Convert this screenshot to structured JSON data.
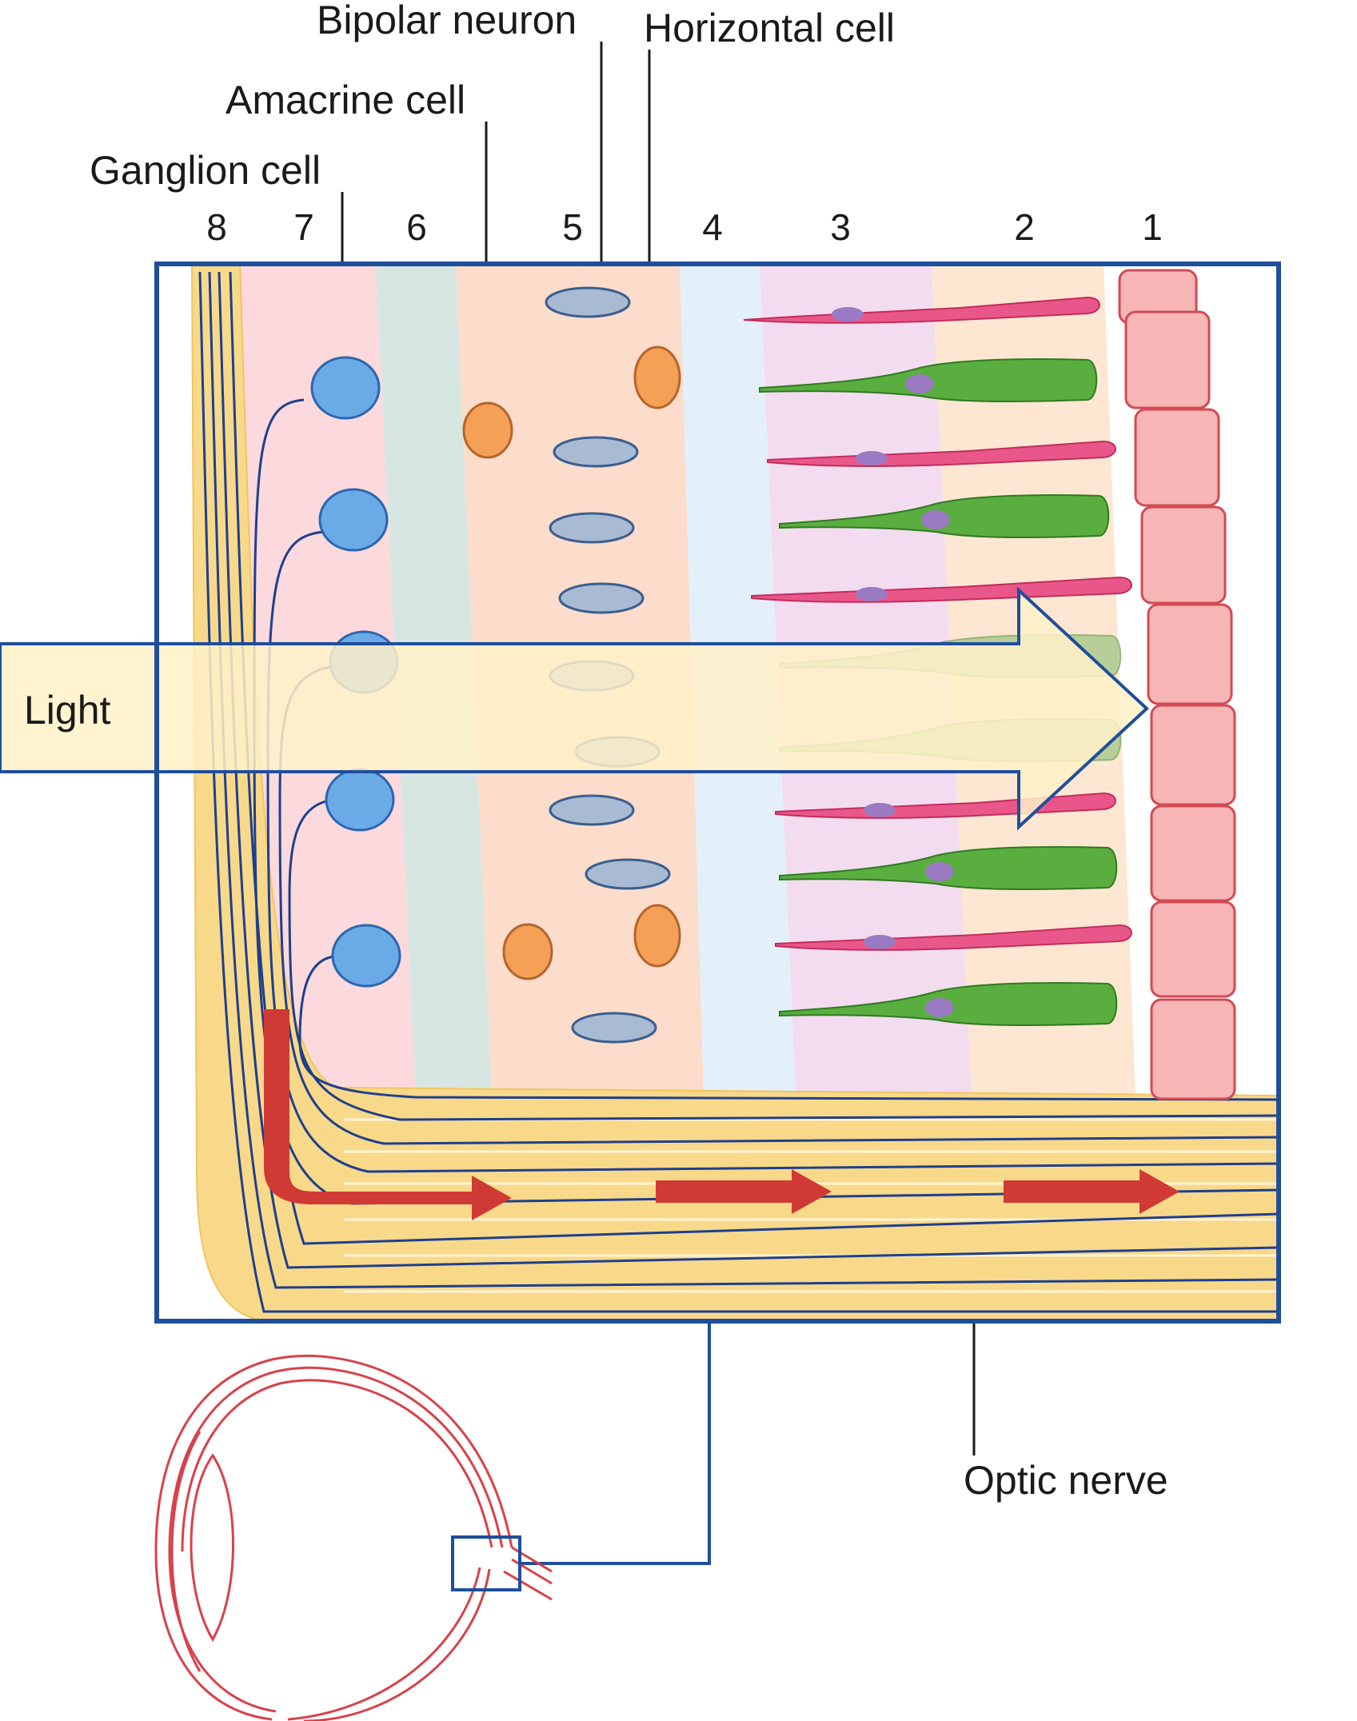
{
  "labels": {
    "bipolar": "Bipolar neuron",
    "horizontal": "Horizontal cell",
    "amacrine": "Amacrine cell",
    "ganglion": "Ganglion cell",
    "light": "Light",
    "optic_nerve": "Optic nerve"
  },
  "layer_numbers": [
    "8",
    "7",
    "6",
    "5",
    "4",
    "3",
    "2",
    "1"
  ],
  "colors": {
    "frame": "#1f4e9c",
    "rod": "#d8336a",
    "cone": "#3f9a2f",
    "bipolar": "#9fb3cf",
    "ganglion": "#5aa0e0",
    "amacrine_horizontal": "#f29a4a",
    "nerve_fiber": "#f6d27a",
    "signal_arrow": "#d03a34",
    "epithelium": "#f5b3b3",
    "eye_outline": "#d9414a"
  }
}
